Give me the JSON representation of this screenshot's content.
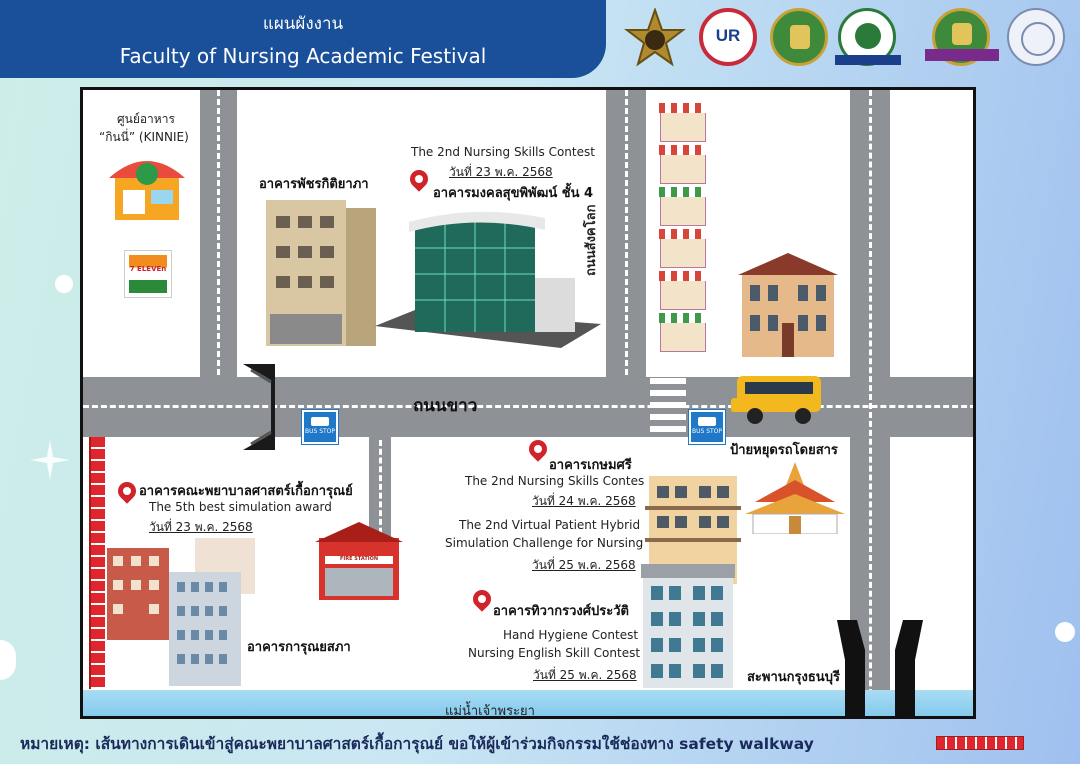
{
  "header": {
    "title_th": "แผนผังงาน",
    "title_en": "Faculty of Nursing Academic Festival"
  },
  "logos": [
    "star-emblem-logo",
    "ur-logo",
    "green-crest-logo",
    "navy-crest-logo",
    "purple-crest-logo",
    "white-seal-logo"
  ],
  "map": {
    "places": {
      "food_center": "ศูนย์อาหาร",
      "food_center_name": "“กินนี่” (KINNIE)",
      "seven_eleven_logo": "7 ELEVEn",
      "phatchara_building": "อาคารพัชรกิติยาภา",
      "mongkol_event_title": "The 2nd Nursing Skills Contest",
      "mongkol_event_date": "วันที่ 23 พ.ค. 2568",
      "mongkol_building": "อาคารมงคลสุขพิพัฒน์ ชั้น 4",
      "sangkhalok_road": "ถนนสังคโลก",
      "khao_road": "ถนนขาว",
      "bus_stop_sign": "BUS STOP",
      "bus_stop_label": "ป้ายหยุดรถโดยสาร",
      "nursing_faculty": "อาคารคณะพยาบาลศาสตร์เกื้อการุณย์",
      "nursing_faculty_event": "The 5th best simulation award",
      "nursing_faculty_date": "วันที่ 23 พ.ค. 2568",
      "fire_station_sign": "FIRE STATION",
      "karunya_building": "อาคารการุณยสภา",
      "kasemsri_building": "อาคารเกษมศรี",
      "kasemsri_event1": "The 2nd Nursing Skills Contes",
      "kasemsri_event1_date": "วันที่ 24 พ.ค. 2568",
      "kasemsri_event2_line1": "The 2nd Virtual Patient Hybrid",
      "kasemsri_event2_line2": "Simulation Challenge for Nursing",
      "kasemsri_event2_date": "วันที่ 25 พ.ค. 2568",
      "thiwa_building": "อาคารทิวากรวงศ์ประวัติ",
      "thiwa_event1": "Hand Hygiene Contest",
      "thiwa_event2": "Nursing English Skill Contest",
      "thiwa_date": "วันที่ 25 พ.ค. 2568",
      "krung_thon_bridge": "สะพานกรุงธนบุรี",
      "chao_phraya_river": "แม่น้ำเจ้าพระยา"
    }
  },
  "footer": {
    "note": "หมายเหตุ: เส้นทางการเดินเข้าสู่คณะพยาบาลศาสตร์เกื้อการุณย์ ขอให้ผู้เข้าร่วมกิจกรรมใช้ช่องทาง safety walkway"
  },
  "colors": {
    "header_bg": "#1a4f9a",
    "road": "#8e9296",
    "river": "#8fd0ef",
    "pin": "#d0232a",
    "safety_walkway": "#e0262d"
  }
}
